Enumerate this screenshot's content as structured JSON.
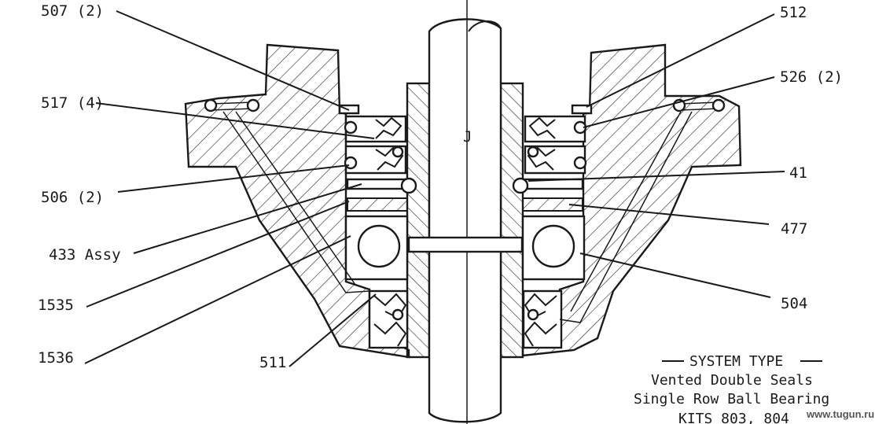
{
  "labels": {
    "l507": "507 (2)",
    "l517": "517 (4)",
    "l506": "506 (2)",
    "l433": "433 Assy",
    "l1535": "1535",
    "l1536": "1536",
    "l511": "511",
    "l512": "512",
    "l526": "526 (2)",
    "l41": "41",
    "l477": "477",
    "l504": "504",
    "center_mark": "J"
  },
  "caption": {
    "heading": "SYSTEM TYPE",
    "line1": "Vented Double Seals",
    "line2": "Single Row Ball Bearing",
    "line3": "KITS 803, 804"
  },
  "watermark": "www.tugun.ru"
}
